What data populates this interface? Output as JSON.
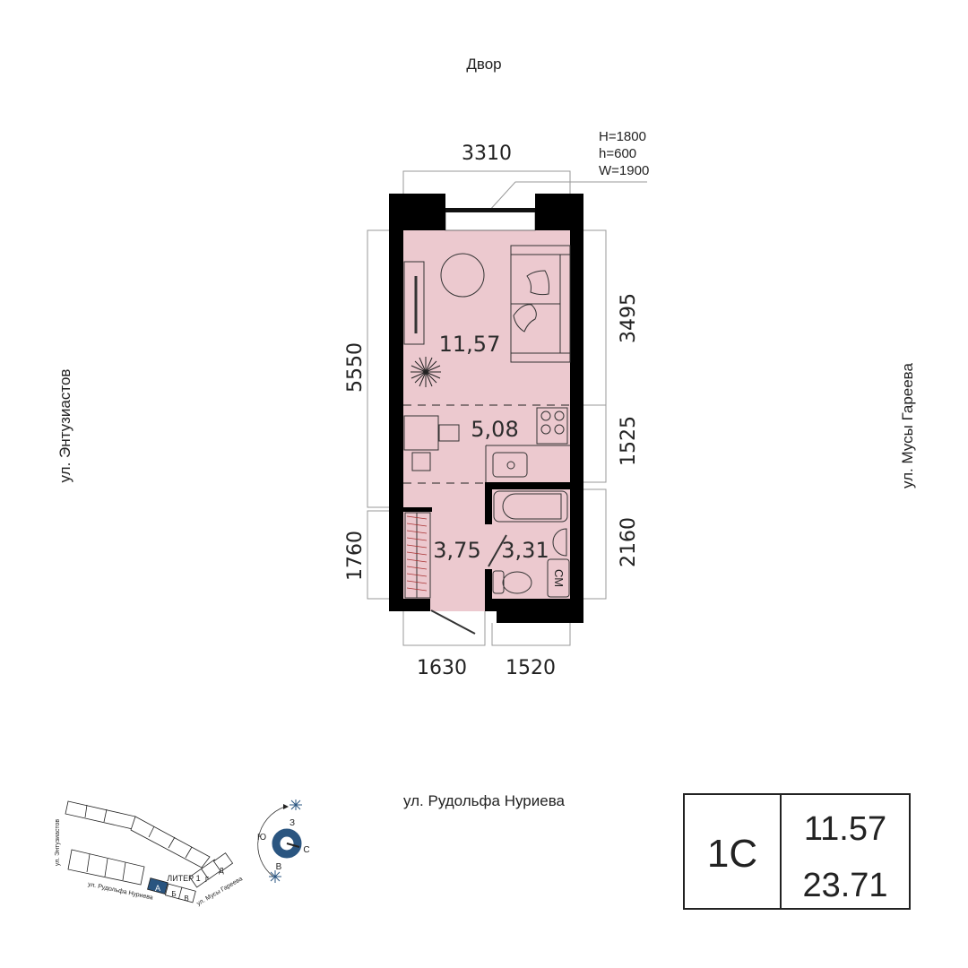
{
  "labels": {
    "courtyard": "Двор",
    "street_left": "ул. Энтузиастов",
    "street_right": "ул. Мусы Гареева",
    "street_bottom": "ул. Рудольфа Нуриева"
  },
  "window_spec": {
    "H": "H=1800",
    "h": "h=600",
    "W": "W=1900"
  },
  "dimensions": {
    "top": "3310",
    "left_upper": "5550",
    "left_lower": "1760",
    "right_1": "3495",
    "right_2": "1525",
    "right_3": "2160",
    "bottom_left": "1630",
    "bottom_right": "1520"
  },
  "rooms": {
    "living": "11,57",
    "kitchen": "5,08",
    "hall": "3,75",
    "bathroom": "3,31"
  },
  "fixtures": {
    "washer": "СМ"
  },
  "site_plan": {
    "street_1": "ул. Энтузиастов",
    "street_2": "ул. Рудольфа Нуриева",
    "street_3": "ул. Мусы Гареева",
    "liter": "ЛИТЕР 1",
    "sections": [
      "А",
      "Б",
      "В",
      "Г",
      "Д"
    ],
    "highlighted_section": "А",
    "highlight_color": "#2a5580"
  },
  "compass": {
    "north": "С",
    "south": "Ю",
    "east": "В",
    "west": "З",
    "color": "#2a5580"
  },
  "info_box": {
    "type": "1С",
    "living_area": "11.57",
    "total_area": "23.71"
  },
  "colors": {
    "floor": "#ecc9cf",
    "walls": "#000000"
  }
}
